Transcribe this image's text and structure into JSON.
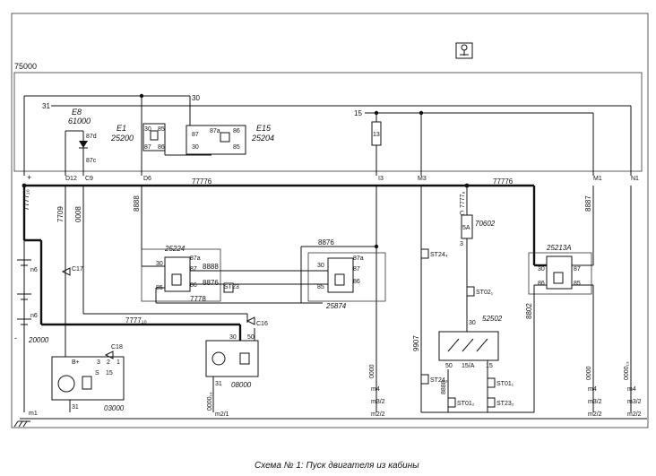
{
  "caption": "Схема № 1: Пуск двигателя из кабины",
  "frame_label": "75000",
  "top_wires": {
    "w30": "30",
    "w31": "31",
    "w15": "15"
  },
  "components": {
    "e8": {
      "name": "E8",
      "code": "61000",
      "pins": [
        "87d",
        "87c"
      ]
    },
    "e1": {
      "name": "E1",
      "code": "25200",
      "pins": [
        "30",
        "85",
        "87",
        "86"
      ]
    },
    "e15": {
      "name": "E15",
      "code": "25204",
      "pins": [
        "87",
        "30",
        "87a",
        "86",
        "85"
      ]
    },
    "fuse": {
      "label": "13"
    },
    "relay1": {
      "code": "25224",
      "pins": [
        "30",
        "87a",
        "87",
        "85",
        "86"
      ]
    },
    "relay2": {
      "code": "25874",
      "pins": [
        "30",
        "87a",
        "87",
        "85",
        "86"
      ]
    },
    "relay3": {
      "code": "25213A",
      "pins": [
        "30",
        "87",
        "86",
        "85"
      ]
    },
    "fuse2": {
      "code": "70602",
      "pins": [
        "C",
        "5A",
        "3"
      ]
    },
    "switch": {
      "code": "52502",
      "pins": [
        "30",
        "50",
        "15/A",
        "15"
      ]
    },
    "alternator": {
      "code": "03000",
      "pins": [
        "B+",
        "S",
        "15",
        "31",
        "3",
        "2",
        "1"
      ]
    },
    "starter": {
      "code": "08000",
      "pins": [
        "30",
        "50",
        "31"
      ]
    },
    "battery": {
      "code": "20000",
      "labels": [
        "+",
        "n6",
        "n6",
        "-"
      ]
    }
  },
  "connectors": [
    "D12",
    "C9",
    "D6",
    "I3",
    "M3",
    "M1",
    "N1"
  ],
  "wires": [
    "77776",
    "7777₁₀",
    "7709",
    "0008",
    "8888",
    "8887",
    "8876",
    "7778",
    "8802",
    "9907",
    "7777₈",
    "0000",
    "0000₁₃",
    "0000₁₉"
  ],
  "splices": [
    "ST24₄",
    "ST02₁",
    "ST24₃",
    "ST01₂",
    "ST01₁",
    "ST23₂",
    "ST23"
  ],
  "grounds": [
    "m1",
    "m4",
    "m3/2",
    "m2/2",
    "m2/1"
  ],
  "markers": [
    "C17",
    "C18",
    "C16"
  ]
}
